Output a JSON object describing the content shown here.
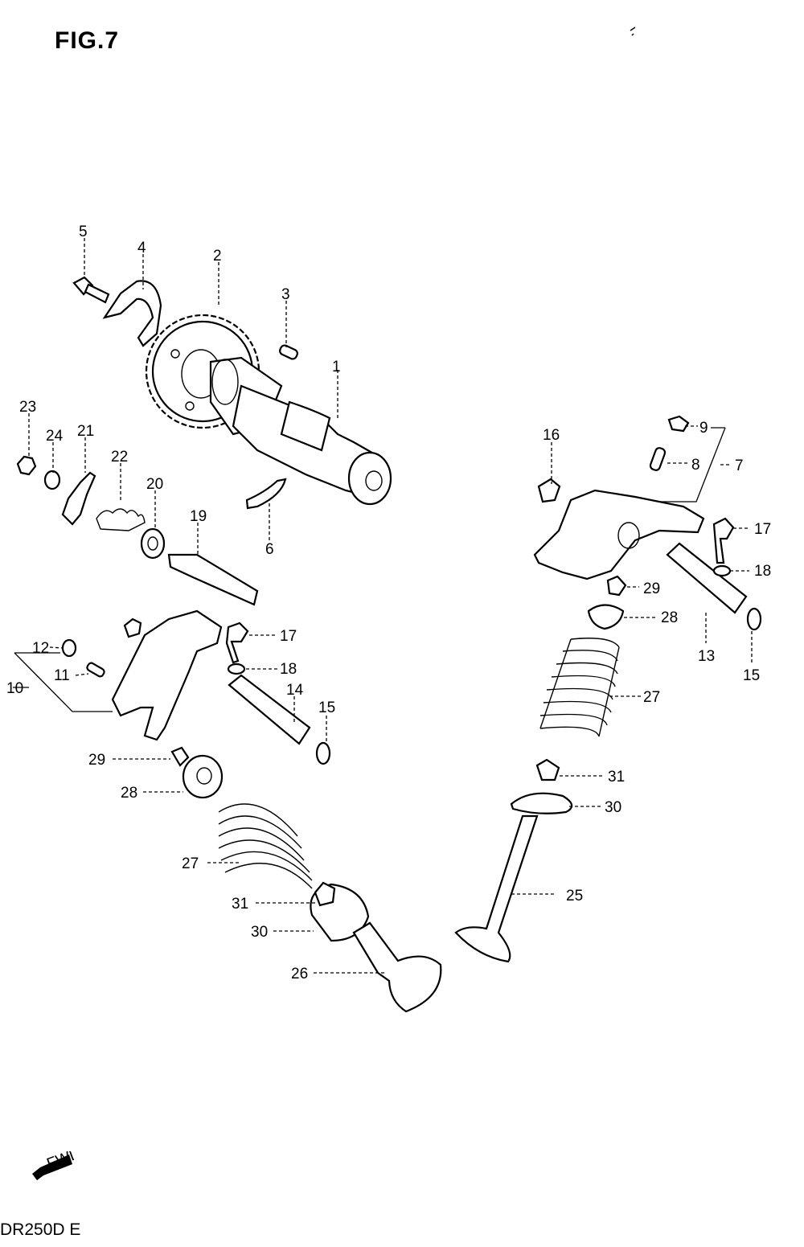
{
  "title": "FIG.7",
  "footer": "DR250D E",
  "fwd_label": "FWD",
  "labels": {
    "p1": "1",
    "p2": "2",
    "p3": "3",
    "p4": "4",
    "p5": "5",
    "p6": "6",
    "p7": "7",
    "p8": "8",
    "p9": "9",
    "p10": "10",
    "p11": "11",
    "p12": "12",
    "p13": "13",
    "p14": "14",
    "p15a": "15",
    "p15b": "15",
    "p16": "16",
    "p17a": "17",
    "p17b": "17",
    "p18a": "18",
    "p18b": "18",
    "p19": "19",
    "p20": "20",
    "p21": "21",
    "p22": "22",
    "p23": "23",
    "p24": "24",
    "p25": "25",
    "p26": "26",
    "p27a": "27",
    "p27b": "27",
    "p28a": "28",
    "p28b": "28",
    "p29a": "29",
    "p29b": "29",
    "p30a": "30",
    "p30b": "30",
    "p31a": "31",
    "p31b": "31"
  }
}
